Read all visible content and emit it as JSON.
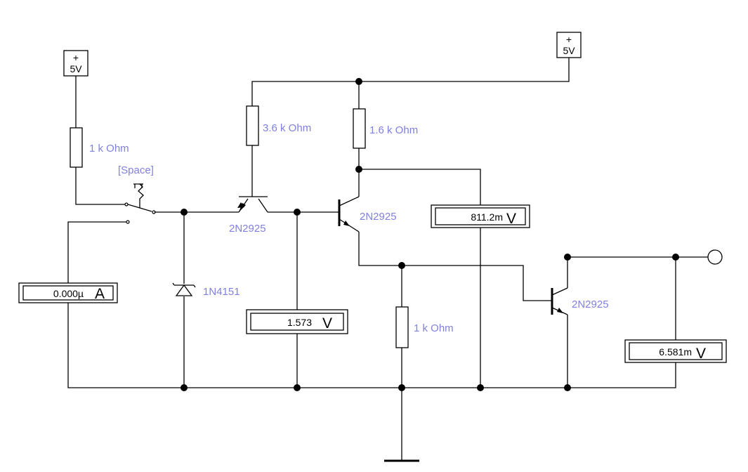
{
  "sources": {
    "left": {
      "plus": "+",
      "value": "5V"
    },
    "right": {
      "plus": "+",
      "value": "5V"
    }
  },
  "resistors": {
    "r_input": "1 k Ohm",
    "r_base": "3.6 k Ohm",
    "r_collector": "1.6 k Ohm",
    "r_emitter": "1 k Ohm"
  },
  "switch": {
    "key": "[Space]"
  },
  "diode": {
    "part": "1N4151"
  },
  "transistors": {
    "q1": "2N2925",
    "q2": "2N2925",
    "q3": "2N2925"
  },
  "meters": {
    "ammeter": {
      "value": "0.000µ",
      "unit": "A"
    },
    "v_base": {
      "value": "1.573",
      "unit": "V"
    },
    "v_collector": {
      "value": "811.2m",
      "unit": "V"
    },
    "v_output": {
      "value": "6.581m",
      "unit": "V"
    }
  }
}
